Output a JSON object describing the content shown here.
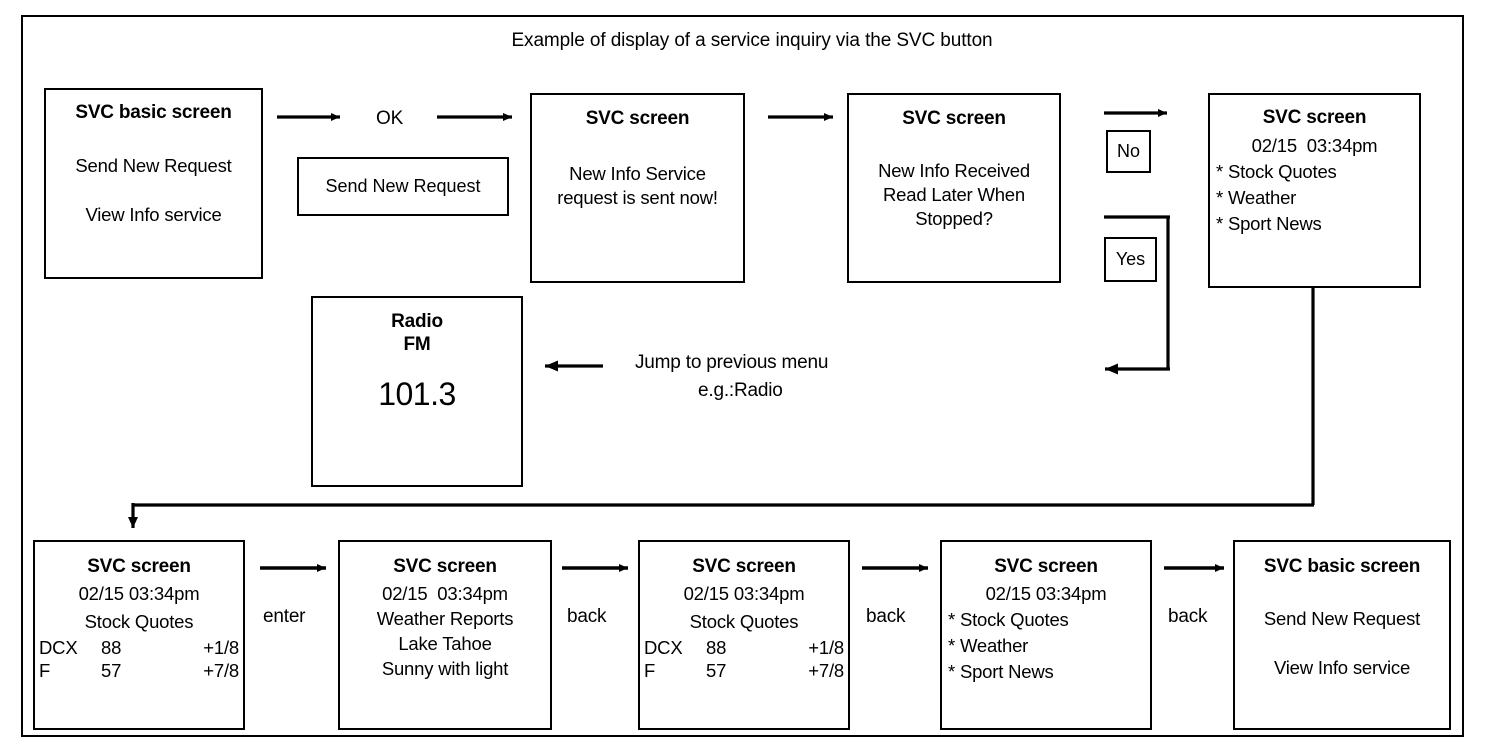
{
  "title": "Example of display of a service inquiry via the SVC button",
  "boxes": {
    "svc_basic_top": {
      "title": "SVC basic screen",
      "line1": "Send New Request",
      "line2": "View Info service"
    },
    "send_new_request_label": "Send New Request",
    "ok_label": "OK",
    "svc_sent": {
      "title": "SVC screen",
      "line1": "New Info Service",
      "line2": "request is sent now!"
    },
    "svc_received": {
      "title": "SVC screen",
      "line1": "New Info Received",
      "line2": "Read Later When",
      "line3": "Stopped?"
    },
    "no_label": "No",
    "yes_label": "Yes",
    "svc_menu_top": {
      "title": "SVC screen",
      "time": "02/15  03:34pm",
      "item1": "* Stock Quotes",
      "item2": "* Weather",
      "item3": "* Sport News"
    },
    "radio": {
      "title": "Radio",
      "band": "FM",
      "frequency": "101.3"
    },
    "jump_note_line1": "Jump to previous menu",
    "jump_note_line2": "e.g.:Radio"
  },
  "bottom_row": {
    "boxes": [
      {
        "title": "SVC screen",
        "time": "02/15 03:34pm",
        "subtitle": "Stock Quotes",
        "rows": [
          {
            "symbol": "DCX",
            "price": "88",
            "change": "+1/8"
          },
          {
            "symbol": "F",
            "price": "57",
            "change": "+7/8"
          }
        ]
      },
      {
        "title": "SVC screen",
        "time": "02/15  03:34pm",
        "line1": "Weather Reports",
        "line2": "Lake Tahoe",
        "line3": "Sunny with light"
      },
      {
        "title": "SVC screen",
        "time": "02/15 03:34pm",
        "subtitle": "Stock Quotes",
        "rows": [
          {
            "symbol": "DCX",
            "price": "88",
            "change": "+1/8"
          },
          {
            "symbol": "F",
            "price": "57",
            "change": "+7/8"
          }
        ]
      },
      {
        "title": "SVC screen",
        "time": "02/15 03:34pm",
        "item1": "* Stock Quotes",
        "item2": "* Weather",
        "item3": "* Sport News"
      },
      {
        "title": "SVC basic screen",
        "line1": "Send New Request",
        "line2": "View Info service"
      }
    ],
    "arrow_labels": [
      "enter",
      "back",
      "back",
      "back"
    ]
  },
  "colors": {
    "stroke": "#000000",
    "background": "#ffffff"
  }
}
